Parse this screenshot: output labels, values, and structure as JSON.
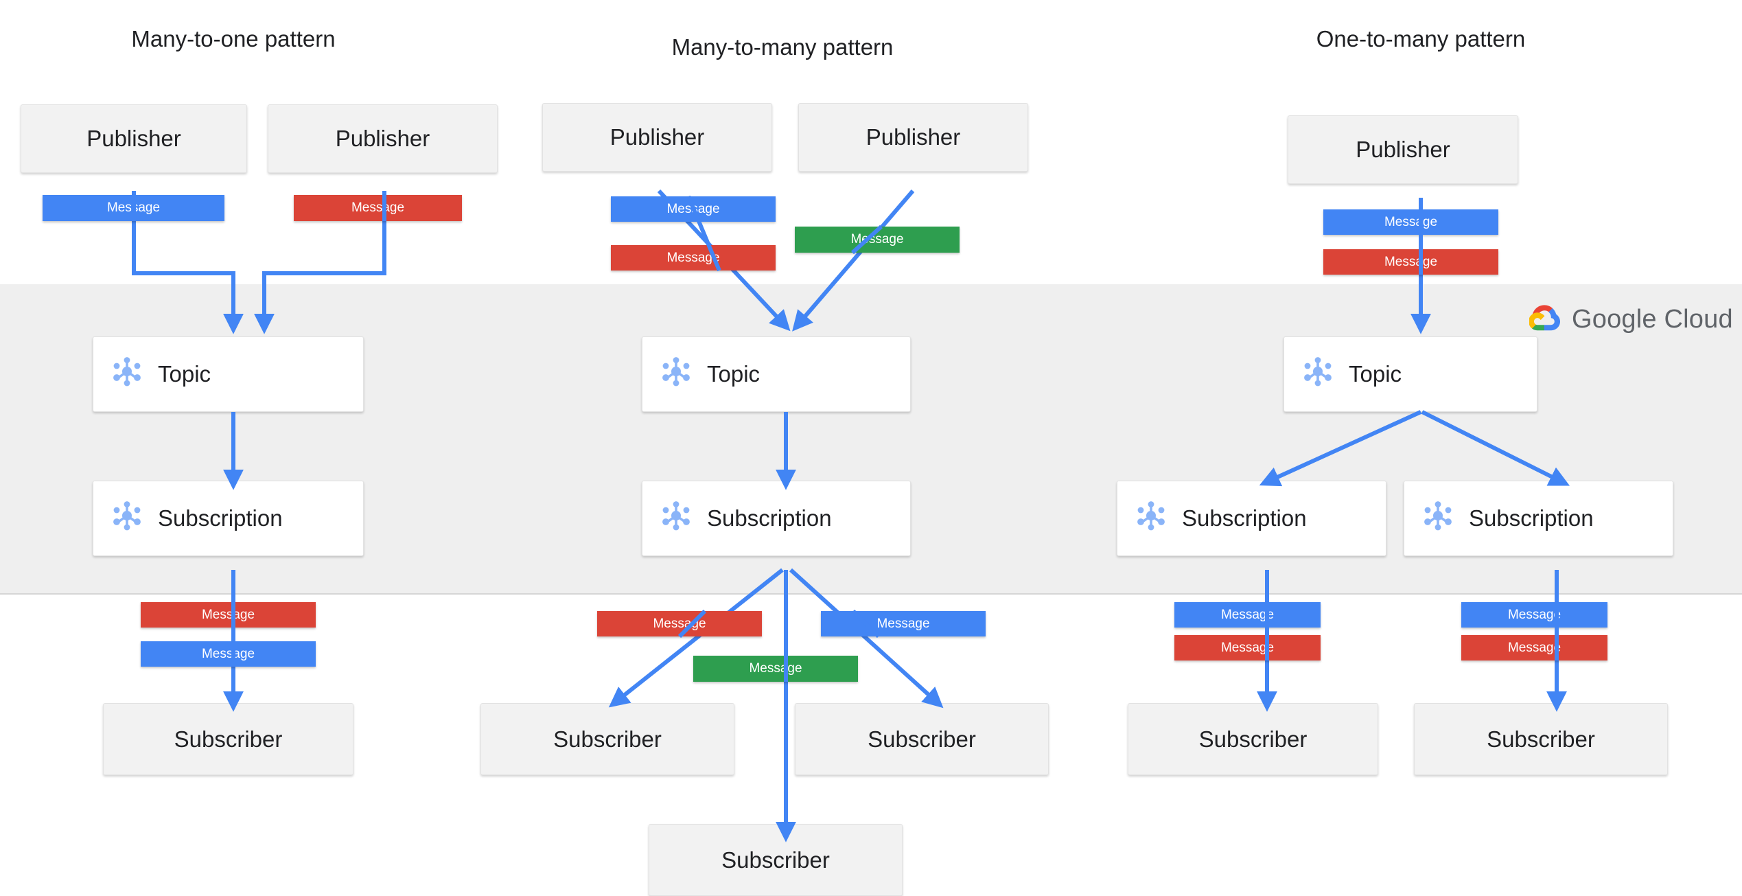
{
  "diagram": {
    "title_left": "Many-to-one pattern",
    "title_middle": "Many-to-many  pattern",
    "title_right": "One-to-many pattern",
    "brand": {
      "name": "Google Cloud",
      "word1": "Google",
      "word2": "Cloud"
    },
    "labels": {
      "publisher": "Publisher",
      "topic": "Topic",
      "subscription": "Subscription",
      "subscriber": "Subscriber",
      "message": "Message"
    },
    "colors": {
      "blue": "#4285F4",
      "red": "#DB4437",
      "green": "#2E9E4F",
      "yellow": "#F4B400",
      "band": "#EFEFEF",
      "node": "#F2F2F2",
      "service": "#FFFFFF",
      "text": "#202124",
      "brand_text": "#5F6368"
    },
    "columns": [
      {
        "id": "many-to-one",
        "title": "Many-to-one pattern",
        "publishers": [
          "Publisher",
          "Publisher"
        ],
        "publish_messages": [
          "Message",
          "Message"
        ],
        "publish_message_colors": [
          "blue",
          "red"
        ],
        "topics": [
          "Topic"
        ],
        "subscriptions": [
          "Subscription"
        ],
        "deliver_messages": [
          "Message",
          "Message"
        ],
        "deliver_message_colors": [
          "red",
          "blue"
        ],
        "subscribers": [
          "Subscriber"
        ]
      },
      {
        "id": "many-to-many",
        "title": "Many-to-many  pattern",
        "publishers": [
          "Publisher",
          "Publisher"
        ],
        "publish_messages": [
          "Message",
          "Message",
          "Message"
        ],
        "publish_message_colors": [
          "blue",
          "red",
          "green"
        ],
        "topics": [
          "Topic"
        ],
        "subscriptions": [
          "Subscription"
        ],
        "deliver_messages": [
          "Message",
          "Message",
          "Message"
        ],
        "deliver_message_colors": [
          "red",
          "blue",
          "green"
        ],
        "subscribers": [
          "Subscriber",
          "Subscriber",
          "Subscriber"
        ]
      },
      {
        "id": "one-to-many",
        "title": "One-to-many pattern",
        "publishers": [
          "Publisher"
        ],
        "publish_messages": [
          "Message",
          "Message"
        ],
        "publish_message_colors": [
          "blue",
          "red"
        ],
        "topics": [
          "Topic"
        ],
        "subscriptions": [
          "Subscription",
          "Subscription"
        ],
        "deliver_messages": [
          "Message",
          "Message",
          "Message",
          "Message"
        ],
        "deliver_message_colors": [
          "blue",
          "red",
          "blue",
          "red"
        ],
        "subscribers": [
          "Subscriber",
          "Subscriber"
        ]
      }
    ],
    "icons": {
      "pubsub": "pubsub-hub-icon",
      "cloud": "google-cloud-logo-icon"
    }
  }
}
